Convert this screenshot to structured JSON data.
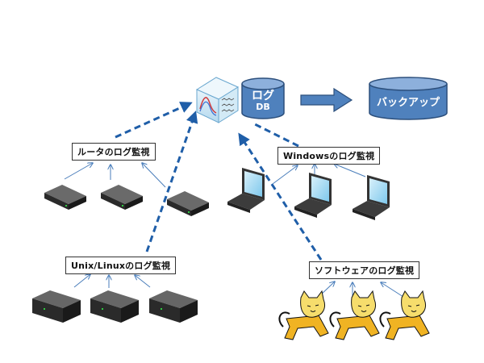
{
  "log_db": {
    "title": "ログ",
    "subtitle": "DB"
  },
  "backup": {
    "label": "バックアップ"
  },
  "groups": {
    "router": {
      "label": "ルータのログ監視"
    },
    "windows": {
      "label": "Windowsのログ監視"
    },
    "unix": {
      "label": "Unix/Linuxのログ監視"
    },
    "software": {
      "label": "ソフトウェアのログ監視"
    }
  },
  "colors": {
    "db_fill": "#4f81bd",
    "db_stroke": "#2c4f7c",
    "dashed_line": "#1f5ea8",
    "thin_arrow": "#4a7ebb"
  }
}
